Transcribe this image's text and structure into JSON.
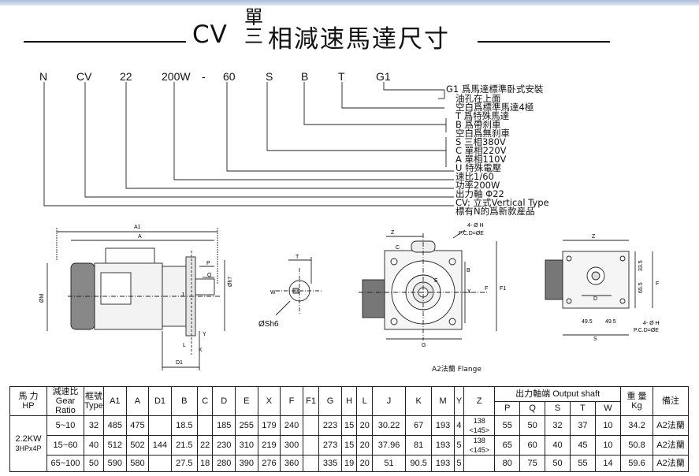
{
  "title": {
    "prefix": "CV",
    "top": "單",
    "bottom": "三",
    "rest": "相減速馬達尺寸"
  },
  "model_code": [
    "N",
    "CV",
    "22",
    "200W",
    "-",
    "60",
    "S",
    "B",
    "T",
    "G1"
  ],
  "legend": [
    "G1 爲馬達標準卧式安裝",
    "油孔在上面",
    "空白爲標準馬達4極",
    "T 爲特殊馬達",
    "B  爲帶刹車",
    "空白爲無刹車",
    "S  三相380V",
    "C  單相220V",
    "A  單相110V",
    "U  特殊電壓",
    "速比1/60",
    "功率200W",
    "出力軸 Φ22",
    "CV:  立式Vertical Type",
    "標有N的爲新款産品"
  ],
  "drawing_labels": {
    "side": [
      "A1",
      "A",
      "P",
      "Q",
      "J",
      "Y",
      "L",
      "K",
      "D1",
      "ØM",
      "Øh7"
    ],
    "shaft": [
      "T",
      "W",
      "ØSh6"
    ],
    "flange": [
      "Z",
      "4- Ø H",
      "P.C.D=ØE",
      "C",
      "B",
      "E",
      "X",
      "F1",
      "F",
      "G"
    ],
    "small_flange": [
      "Z",
      "33.5",
      "65.5",
      "F",
      "D",
      "49.5",
      "49.5",
      "S",
      "4- Ø H",
      "P.C.D=ØE"
    ],
    "caption": "A2法蘭  Flange"
  },
  "table": {
    "headers": {
      "hp": "馬   力",
      "hp_en": "HP",
      "ratio": "減速比",
      "ratio_en1": "Gear",
      "ratio_en2": "Ratio",
      "type": "框號",
      "type_en": "Type",
      "cols": [
        "A1",
        "A",
        "D1",
        "B",
        "C",
        "D",
        "E",
        "X",
        "F",
        "F1",
        "G",
        "H",
        "L",
        "J",
        "K",
        "M",
        "Y",
        "Z"
      ],
      "output_shaft": "出力軸端 Output shaft",
      "shaft_cols": [
        "P",
        "Q",
        "S",
        "T",
        "W"
      ],
      "weight": "重   量",
      "weight_en": "Kg",
      "remark": "備注"
    },
    "power": "2.2KW",
    "power_en": "3HPx4P",
    "rows": [
      {
        "ratio": "5~10",
        "type": "32",
        "A1": "485",
        "A": "475",
        "D1": "",
        "B": "18.5",
        "C": "",
        "D": "185",
        "E": "255",
        "X": "179",
        "F": "240",
        "F1": "",
        "G": "223",
        "H": "15",
        "L": "20",
        "J": "30.22",
        "K": "67",
        "M": "193",
        "Y": "4",
        "Z1": "138",
        "Z2": "<145>",
        "P": "55",
        "Q": "50",
        "S": "32",
        "T": "37",
        "W": "10",
        "kg": "34.2",
        "note": "A2法蘭"
      },
      {
        "ratio": "15~60",
        "type": "40",
        "A1": "512",
        "A": "502",
        "D1": "144",
        "B": "21.5",
        "C": "22",
        "D": "230",
        "E": "310",
        "X": "219",
        "F": "300",
        "F1": "",
        "G": "273",
        "H": "15",
        "L": "20",
        "J": "37.96",
        "K": "81",
        "M": "193",
        "Y": "5",
        "Z1": "138",
        "Z2": "<145>",
        "P": "65",
        "Q": "60",
        "S": "40",
        "T": "45",
        "W": "10",
        "kg": "50.8",
        "note": "A2法蘭"
      },
      {
        "ratio": "65~100",
        "type": "50",
        "A1": "590",
        "A": "580",
        "D1": "",
        "B": "27.5",
        "C": "18",
        "D": "280",
        "E": "390",
        "X": "276",
        "F": "360",
        "F1": "",
        "G": "335",
        "H": "19",
        "L": "20",
        "J": "51",
        "K": "90.5",
        "M": "193",
        "Y": "5",
        "Z1": "",
        "Z2": "",
        "P": "80",
        "Q": "75",
        "S": "50",
        "T": "55",
        "W": "14",
        "kg": "59.6",
        "note": "A2法蘭"
      }
    ]
  }
}
